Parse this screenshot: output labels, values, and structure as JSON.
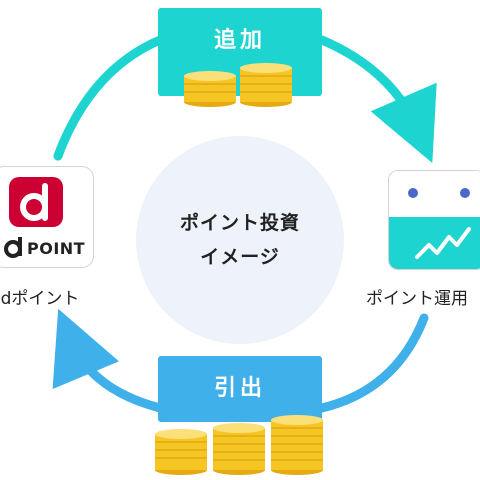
{
  "center": {
    "line1": "ポイント投資",
    "line2": "イメージ"
  },
  "steps": {
    "add": "追加",
    "withdraw": "引出"
  },
  "left_node": {
    "logo_letter": "d",
    "logo_text": "POINT",
    "caption": "dポイント"
  },
  "right_node": {
    "caption": "ポイント運用"
  },
  "colors": {
    "add_teal": "#1ed4d0",
    "withdraw_blue": "#3fb0ea",
    "dpoint_red": "#cc0033",
    "coin_gold": "#f5c623",
    "center_bg": "#eef2fa"
  },
  "icons": {
    "coins": "coin-stack-icon",
    "chart": "stock-chart-icon",
    "logo": "dpoint-logo-icon"
  }
}
